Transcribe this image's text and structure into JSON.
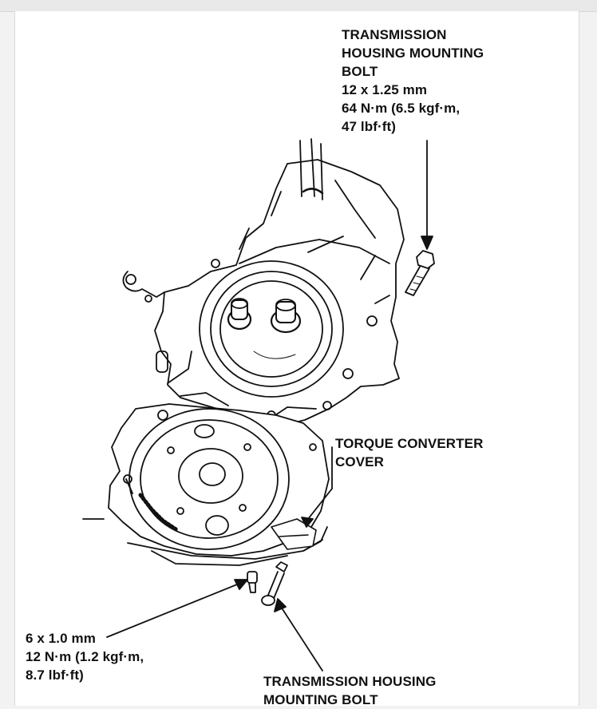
{
  "labels": {
    "top_bolt": {
      "lines": [
        "TRANSMISSION",
        "HOUSING MOUNTING",
        "BOLT",
        "12 x 1.25 mm",
        "64 N·m (6.5 kgf·m,",
        "47 lbf·ft)"
      ]
    },
    "converter_cover": {
      "lines": [
        "TORQUE CONVERTER",
        "COVER"
      ]
    },
    "small_bolt": {
      "lines": [
        "6 x 1.0 mm",
        "12 N·m (1.2 kgf·m,",
        "8.7 lbf·ft)"
      ]
    },
    "bottom_bolt": {
      "lines": [
        "TRANSMISSION HOUSING",
        "MOUNTING BOLT"
      ]
    }
  },
  "colors": {
    "ink": "#111111",
    "paper": "#ffffff",
    "viewer_bg": "#f2f2f2"
  }
}
